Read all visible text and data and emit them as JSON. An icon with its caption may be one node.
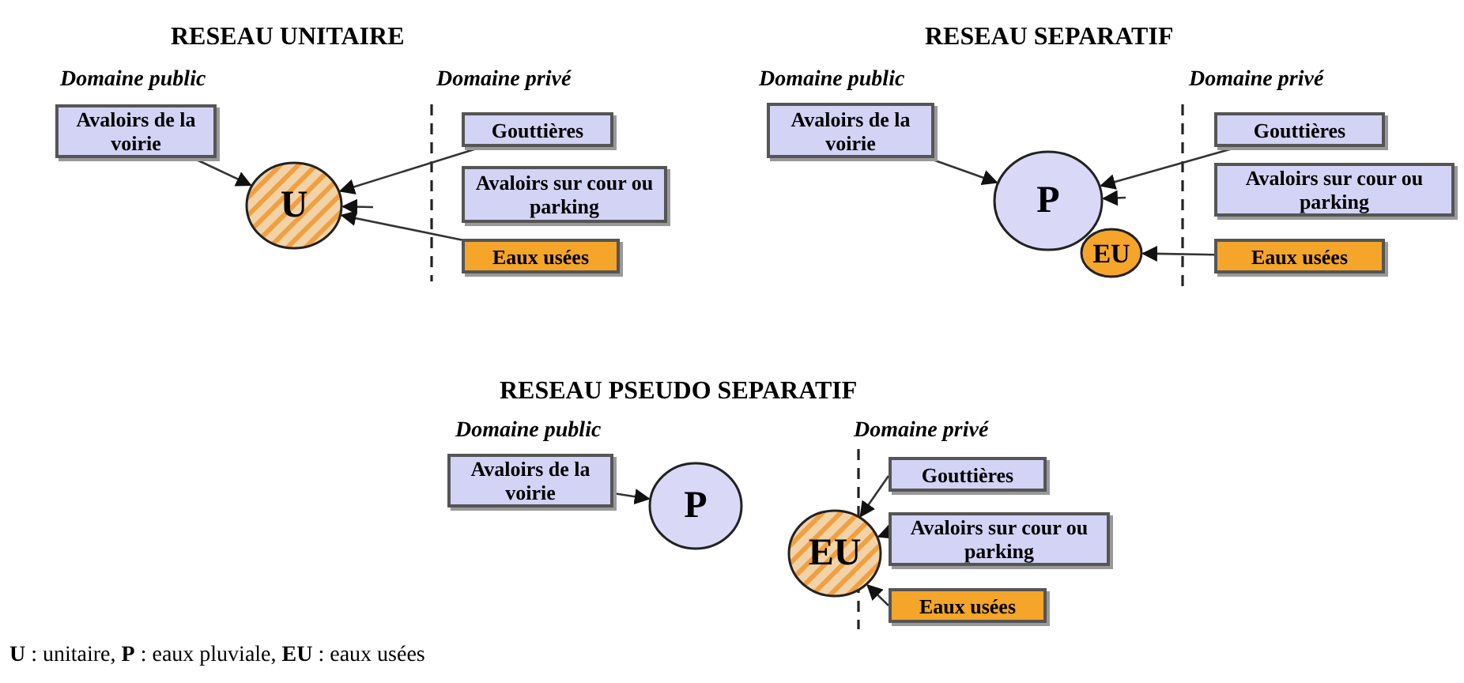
{
  "diagram": {
    "nodes": [
      {
        "text": [
          "Avaloirs de la voirie"
        ]
      },
      {
        "text": [
          "U"
        ]
      },
      {
        "text": [
          "Gouttières"
        ]
      },
      {
        "text": [
          "Avaloirs sur cour ou parking"
        ]
      },
      {
        "text": [
          "Eaux usées"
        ]
      },
      {
        "text": [
          "Avaloirs de la voirie"
        ]
      },
      {
        "text": [
          "P"
        ]
      },
      {
        "text": [
          "Gouttières"
        ]
      },
      {
        "text": [
          "Avaloirs sur cour ou parking"
        ]
      },
      {
        "text": [
          "EU"
        ]
      },
      {
        "text": [
          "Eaux usées"
        ]
      },
      {
        "text": [
          "Avaloirs de la voirie"
        ]
      },
      {
        "text": [
          "P"
        ]
      },
      {
        "text": [
          "EU"
        ]
      },
      {
        "text": [
          "Gouttières"
        ]
      },
      {
        "text": [
          "Avaloirs sur cour ou parking"
        ]
      },
      {
        "text": [
          "Eaux usées"
        ]
      }
    ],
    "edges": [
      {
        "from": 0,
        "to": 1,
        "arrow": "to"
      },
      {
        "from": 2,
        "to": 1,
        "arrow": "to"
      },
      {
        "from": null,
        "to": 1,
        "arrow": "to"
      },
      {
        "from": 4,
        "to": 1,
        "arrow": "to"
      },
      {
        "from": 5,
        "to": 6,
        "arrow": "to"
      },
      {
        "from": 7,
        "to": 6,
        "arrow": "to"
      },
      {
        "from": null,
        "to": 6,
        "arrow": "to"
      },
      {
        "from": 10,
        "to": 9,
        "arrow": "to"
      },
      {
        "from": 11,
        "to": 12,
        "arrow": "to"
      },
      {
        "from": 14,
        "to": 13,
        "arrow": "to"
      },
      {
        "from": 15,
        "to": 13,
        "arrow": "to"
      },
      {
        "from": 16,
        "to": 13,
        "arrow": "to"
      }
    ],
    "labels": [
      "RESEAU UNITAIRE",
      "RESEAU SEPARATIF",
      "Domaine public",
      "Domaine privé",
      "Domaine public",
      "Domaine privé",
      "RESEAU PSEUDO SEPARATIF",
      "Domaine public",
      "Domaine privé",
      "**U** : unitaire, **P** : eaux pluviale, **EU** : eaux usées"
    ]
  }
}
